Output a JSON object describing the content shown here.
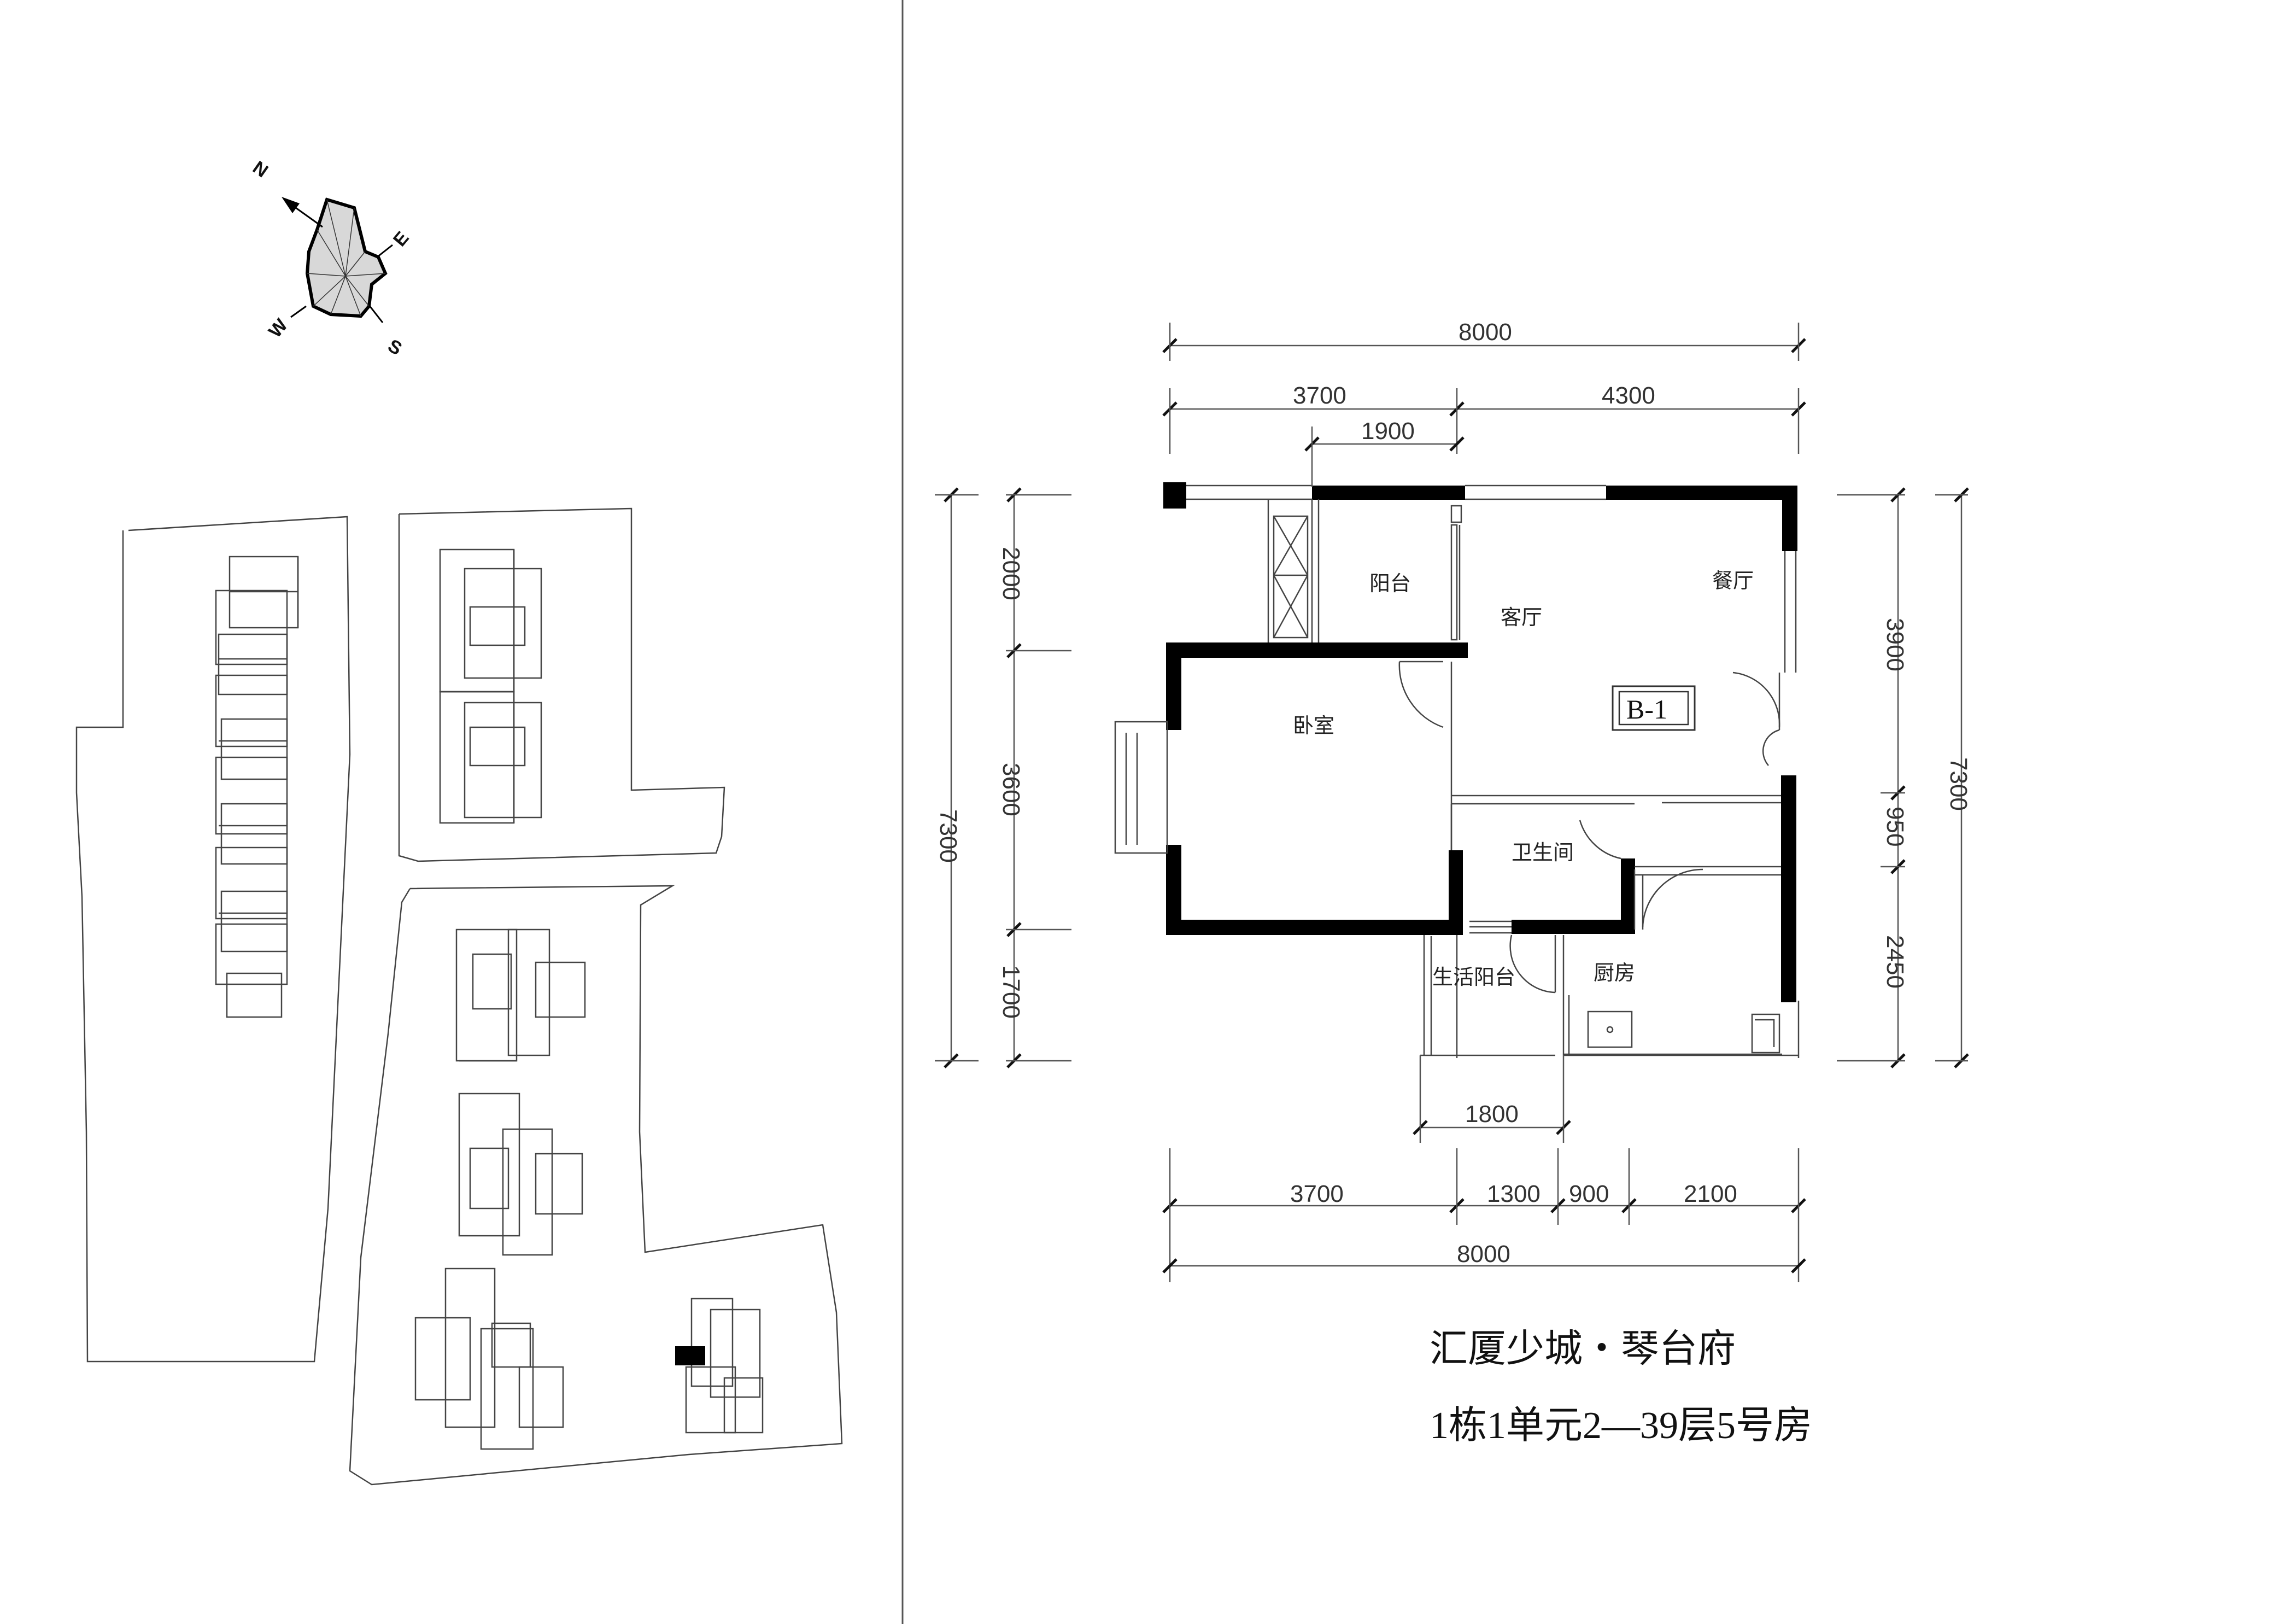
{
  "compass": {
    "north": "N",
    "east": "E",
    "south": "S",
    "west": "W"
  },
  "dimensions": {
    "top_total": "8000",
    "top_left": "3700",
    "top_right": "4300",
    "top_balcony": "1900",
    "left_total": "7300",
    "left_upper": "2000",
    "left_middle": "3600",
    "left_lower": "1700",
    "right_total": "7300",
    "right_upper": "3900",
    "right_middle": "950",
    "right_lower": "2450",
    "bottom_utility": "1800",
    "bottom_a": "3700",
    "bottom_b": "1300",
    "bottom_c": "900",
    "bottom_d": "2100",
    "bottom_total": "8000"
  },
  "rooms": {
    "balcony": "阳台",
    "living_room": "客厅",
    "dining_room": "餐厅",
    "bedroom": "卧室",
    "bathroom": "卫生间",
    "utility_balcony": "生活阳台",
    "kitchen": "厨房"
  },
  "unit_type": "B-1",
  "title": {
    "project": "汇厦少城・琴台府",
    "unit": "1栋1单元2—39层5号房"
  }
}
